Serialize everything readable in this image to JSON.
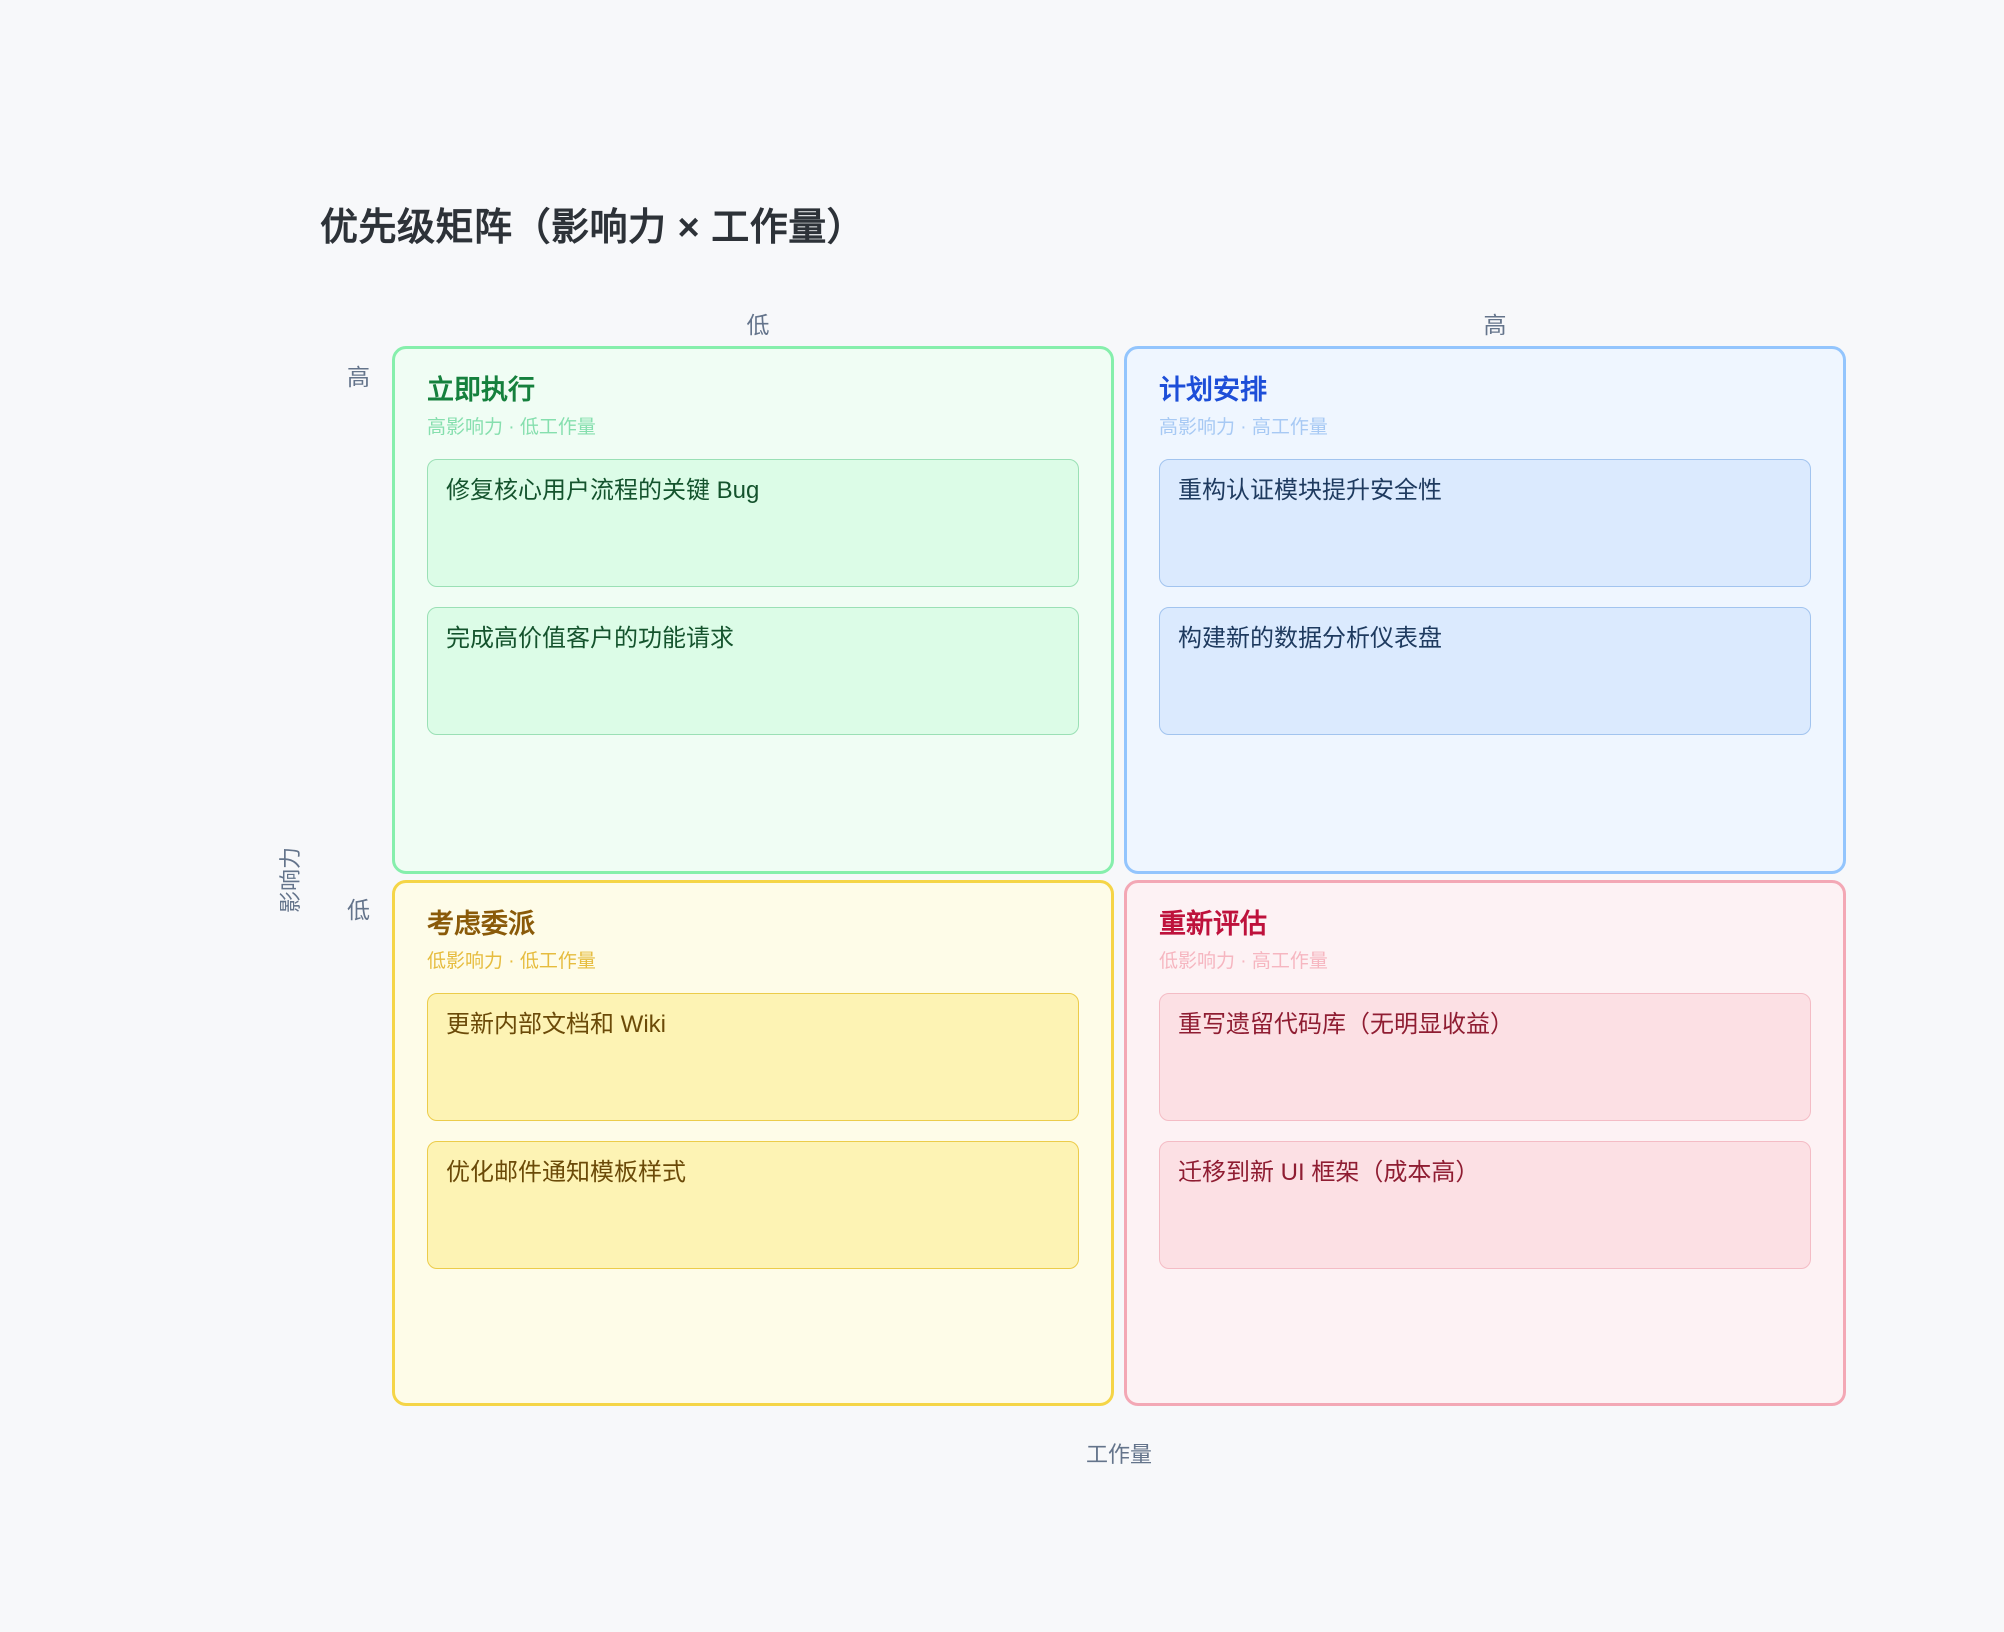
{
  "title": "优先级矩阵（影响力 × 工作量）",
  "axes": {
    "x_title": "工作量",
    "y_title": "影响力",
    "column_low": "低",
    "column_high": "高",
    "row_high": "高",
    "row_low": "低"
  },
  "quadrants": [
    {
      "key": "do-now",
      "title": "立即执行",
      "subtitle": "高影响力 · 低工作量",
      "accent": "#15803d",
      "background": "#f0fdf4",
      "border": "#86efac",
      "tasks": [
        "修复核心用户流程的关键 Bug",
        "完成高价值客户的功能请求"
      ]
    },
    {
      "key": "schedule",
      "title": "计划安排",
      "subtitle": "高影响力 · 高工作量",
      "accent": "#1d4ed8",
      "background": "#eff6ff",
      "border": "#93c5fd",
      "tasks": [
        "重构认证模块提升安全性",
        "构建新的数据分析仪表盘"
      ]
    },
    {
      "key": "delegate",
      "title": "考虑委派",
      "subtitle": "低影响力 · 低工作量",
      "accent": "#8a5a09",
      "background": "#fefce8",
      "border": "#f5d547",
      "tasks": [
        "更新内部文档和 Wiki",
        "优化邮件通知模板样式"
      ]
    },
    {
      "key": "reassess",
      "title": "重新评估",
      "subtitle": "低影响力 · 高工作量",
      "accent": "#be123c",
      "background": "#fdf2f4",
      "border": "#f3a8b5",
      "tasks": [
        "重写遗留代码库（无明显收益）",
        "迁移到新 UI 框架（成本高）"
      ]
    }
  ]
}
